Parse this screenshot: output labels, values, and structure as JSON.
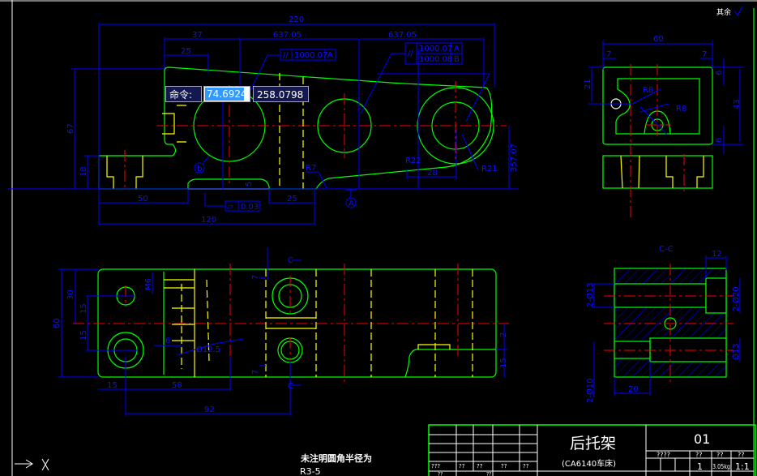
{
  "command_line": {
    "prompt": "命令:",
    "x_value": "74.6924",
    "y_value": "258.0798"
  },
  "colors": {
    "outline": "#00ff00",
    "dimension": "#0000ff",
    "centerline": "#ff0000",
    "hidden": "#ffff00",
    "background": "#000000"
  },
  "roughness_note": "其余",
  "front_view": {
    "dims": {
      "overall": "220",
      "d37": "37",
      "d637a": "637.05",
      "d637b": "637.05",
      "d25top": "25",
      "d67": "67",
      "d18": "18",
      "d50": "50",
      "d25bottom": "25",
      "d120": "120",
      "d357": "357.07",
      "d28": "28",
      "r22": "R22",
      "r21": "R21",
      "r7": "R7",
      "d5": "5"
    },
    "tolerance1": {
      "symbol": "//",
      "value": "1000.07",
      "datum": "A"
    },
    "tolerance2": {
      "symbol": "//",
      "value1": "1000.07",
      "datum1": "A",
      "value2": "1000.08",
      "datum2": "B"
    },
    "flatness": {
      "symbol": "⏥",
      "value": "0.03"
    },
    "datum_label": "A",
    "balloon": "b"
  },
  "side_view": {
    "dims": {
      "d60": "60",
      "d7a": "7",
      "d7b": "7",
      "d21": "21",
      "d43": "43",
      "d6a": "6",
      "d6b": "6",
      "r8a": "R8",
      "r8b": "R8"
    }
  },
  "top_view": {
    "dims": {
      "d60": "60",
      "d30": "30",
      "d15a": "15",
      "d15b": "15",
      "d15c": "15",
      "d58": "58",
      "d92": "92",
      "m6": "M6",
      "d6": "6",
      "d7a": "7",
      "d7b": "7",
      "d2": "2",
      "d15r": "15",
      "dia": "Ø12.5"
    },
    "section_mark": "C"
  },
  "section_view": {
    "title": "C-C",
    "dims": {
      "d12": "12",
      "d2_20": "2-Ø20",
      "d2_13": "2-Ø13",
      "d13": "Ø13",
      "d20": "20",
      "d2_10": "2-Ø10"
    }
  },
  "note": {
    "line1": "未注明圆角半径为",
    "line2": "R3-5"
  },
  "title_block": {
    "part_name": "后托架",
    "machine": "(CA6140车床)",
    "drawing_no": "01",
    "headers": [
      "????",
      "??",
      "??",
      "??"
    ],
    "quantity": "1",
    "weight": "3.05kg",
    "scale": "1:1",
    "left_labels": [
      "???",
      "??",
      "??",
      "??",
      "??"
    ],
    "left_row2": [
      "??",
      "??"
    ]
  }
}
